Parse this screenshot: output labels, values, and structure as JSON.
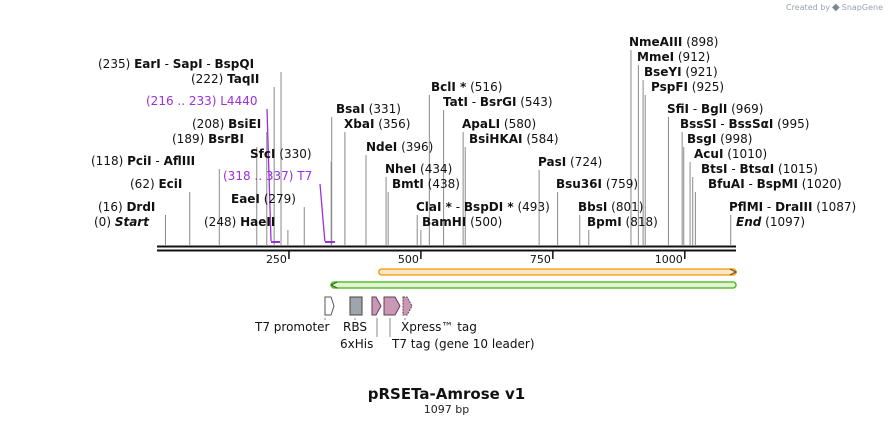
{
  "credit": {
    "prefix": "Created by",
    "brand": "SnapGene"
  },
  "plasmid": {
    "name": "pRSETa-Amrose v1",
    "size_label": "1097 bp",
    "length": 1097
  },
  "ticks": [
    250,
    500,
    750,
    1000
  ],
  "sites": [
    {
      "pos": 235,
      "names": [
        "EarI",
        "SapI",
        "BspQI"
      ],
      "pos_label": "(235)"
    },
    {
      "pos": 222,
      "names": [
        "TaqII"
      ],
      "pos_label": "(222)"
    },
    {
      "pos": 208,
      "names": [
        "BsiEI"
      ],
      "pos_label": "(208)"
    },
    {
      "pos": 189,
      "names": [
        "BsrBI"
      ],
      "pos_label": "(189)"
    },
    {
      "pos": 118,
      "names": [
        "PciI",
        "AflIII"
      ],
      "pos_label": "(118)"
    },
    {
      "pos": 62,
      "names": [
        "EciI"
      ],
      "pos_label": "(62)"
    },
    {
      "pos": 16,
      "names": [
        "DrdI"
      ],
      "pos_label": "(16)"
    },
    {
      "pos": 0,
      "names": [
        "Start"
      ],
      "pos_label": "(0)",
      "italic": true
    },
    {
      "pos": 248,
      "names": [
        "HaeII"
      ],
      "pos_label": "(248)"
    },
    {
      "pos": 279,
      "names": [
        "EaeI"
      ],
      "pos_label": "(279)"
    },
    {
      "pos": 330,
      "names": [
        "SfcI"
      ],
      "pos_label": "(330)"
    },
    {
      "pos": 331,
      "names": [
        "BsaI"
      ],
      "pos_label": "(331)"
    },
    {
      "pos": 356,
      "names": [
        "XbaI"
      ],
      "pos_label": "(356)"
    },
    {
      "pos": 396,
      "names": [
        "NdeI"
      ],
      "pos_label": "(396)"
    },
    {
      "pos": 434,
      "names": [
        "NheI"
      ],
      "pos_label": "(434)"
    },
    {
      "pos": 438,
      "names": [
        "BmtI"
      ],
      "pos_label": "(438)"
    },
    {
      "pos": 493,
      "names": [
        "ClaI *",
        "BspDI *"
      ],
      "pos_label": "(493)"
    },
    {
      "pos": 500,
      "names": [
        "BamHI"
      ],
      "pos_label": "(500)"
    },
    {
      "pos": 516,
      "names": [
        "BclI *"
      ],
      "pos_label": "(516)"
    },
    {
      "pos": 543,
      "names": [
        "TatI",
        "BsrGI"
      ],
      "pos_label": "(543)"
    },
    {
      "pos": 580,
      "names": [
        "ApaLI"
      ],
      "pos_label": "(580)"
    },
    {
      "pos": 584,
      "names": [
        "BsiHKAI"
      ],
      "pos_label": "(584)"
    },
    {
      "pos": 724,
      "names": [
        "PasI"
      ],
      "pos_label": "(724)"
    },
    {
      "pos": 759,
      "names": [
        "Bsu36I"
      ],
      "pos_label": "(759)"
    },
    {
      "pos": 801,
      "names": [
        "BbsI"
      ],
      "pos_label": "(801)"
    },
    {
      "pos": 818,
      "names": [
        "BpmI"
      ],
      "pos_label": "(818)"
    },
    {
      "pos": 898,
      "names": [
        "NmeAIII"
      ],
      "pos_label": "(898)"
    },
    {
      "pos": 912,
      "names": [
        "MmeI"
      ],
      "pos_label": "(912)"
    },
    {
      "pos": 921,
      "names": [
        "BseYI"
      ],
      "pos_label": "(921)"
    },
    {
      "pos": 925,
      "names": [
        "PspFI"
      ],
      "pos_label": "(925)"
    },
    {
      "pos": 969,
      "names": [
        "SfiI",
        "BglI"
      ],
      "pos_label": "(969)"
    },
    {
      "pos": 995,
      "names": [
        "BssSI",
        "BssSαI"
      ],
      "pos_label": "(995)"
    },
    {
      "pos": 998,
      "names": [
        "BsgI"
      ],
      "pos_label": "(998)"
    },
    {
      "pos": 1010,
      "names": [
        "AcuI"
      ],
      "pos_label": "(1010)"
    },
    {
      "pos": 1015,
      "names": [
        "BtsI",
        "BtsαI"
      ],
      "pos_label": "(1015)"
    },
    {
      "pos": 1020,
      "names": [
        "BfuAI",
        "BspMI"
      ],
      "pos_label": "(1020)"
    },
    {
      "pos": 1087,
      "names": [
        "PflMI",
        "DraIII"
      ],
      "pos_label": "(1087)"
    },
    {
      "pos": 1097,
      "names": [
        "End"
      ],
      "pos_label": "(1097)",
      "italic": true
    }
  ],
  "primers": [
    {
      "start": 216,
      "end": 233,
      "range_label": "(216 .. 233)",
      "name": "L4440",
      "color": "#9b30d9"
    },
    {
      "start": 318,
      "end": 337,
      "range_label": "(318 .. 337)",
      "name": "T7",
      "color": "#9b30d9"
    }
  ],
  "feature_bars": [
    {
      "start": 420,
      "end": 1097,
      "direction": "forward",
      "color": "#f5a623",
      "fill": "#f7e7c4"
    },
    {
      "start": 330,
      "end": 1097,
      "direction": "reverse",
      "color": "#5bbd2e",
      "fill": "#e3f1d6"
    }
  ],
  "features": [
    {
      "label": "T7 promoter",
      "shape": "promoter",
      "color": "#ffffff"
    },
    {
      "label": "RBS",
      "shape": "box",
      "color": "#a0a4ab"
    },
    {
      "label": "6xHis",
      "shape": "arrow",
      "color": "#c898b5"
    },
    {
      "label": "T7 tag (gene 10 leader)",
      "shape": "arrow",
      "color": "#c898b5"
    },
    {
      "label": "Xpress™ tag",
      "shape": "arrow-hatched",
      "color": "#c898b5"
    }
  ]
}
